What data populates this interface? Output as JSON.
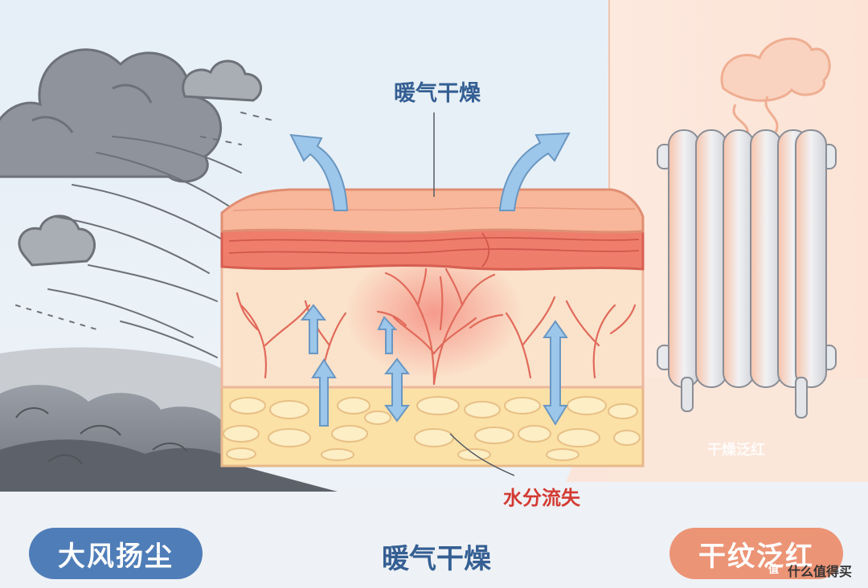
{
  "labels": {
    "top_callout": "暖气干燥",
    "bottom_callout": "水分流失",
    "center_caption": "暖气干燥",
    "radiator_note": "干燥泛红"
  },
  "badges": {
    "left": {
      "text": "大风扬尘",
      "color": "#4f7db8"
    },
    "right": {
      "text": "干纹泛红",
      "color": "#ec9476"
    }
  },
  "watermark": {
    "badge": "值",
    "text": "什么值得买"
  },
  "colors": {
    "sky": "#e8f0f7",
    "wall": "#fbe6dc",
    "arrow": "#9cc6ea",
    "epidermis": "#ef7d6c",
    "fat": "#fbe1a6"
  }
}
